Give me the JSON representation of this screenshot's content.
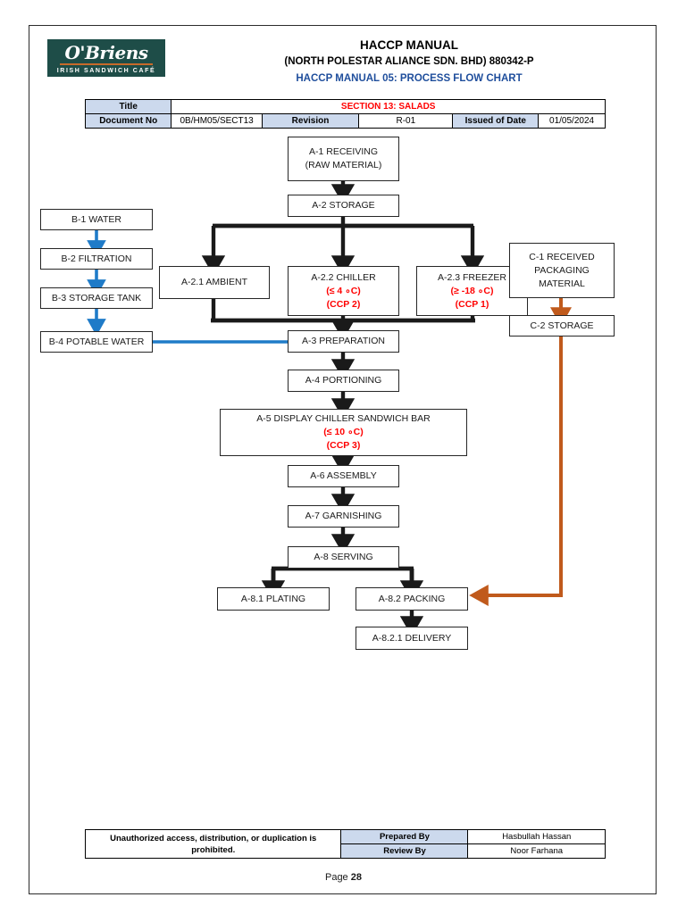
{
  "document": {
    "border_color": "#2b2b2b",
    "logo": {
      "brand": "O'Briens",
      "tagline": "IRISH SANDWICH CAFÉ",
      "bg_color": "#1e4d48"
    },
    "title": {
      "line1": "HACCP MANUAL",
      "line2": "(NORTH POLESTAR ALIANCE SDN. BHD) 880342-P",
      "line3": "HACCP MANUAL 05: PROCESS FLOW CHART",
      "line3_color": "#1f4e9c"
    },
    "info_table": {
      "row1": {
        "label": "Title",
        "value": "SECTION 13: SALADS",
        "value_color": "#ff0000"
      },
      "row2": {
        "label": "Document No",
        "doc_no": "0B/HM05/SECT13",
        "revision_label": "Revision",
        "revision_value": "R-01",
        "issued_label": "Issued of Date",
        "issued_value": "01/05/2024"
      },
      "header_bg": "#ccd9ed"
    },
    "footer": {
      "notice": "Unauthorized access, distribution, or duplication is prohibited.",
      "prepared_by_label": "Prepared By",
      "prepared_by_value": "Hasbullah Hassan",
      "review_by_label": "Review By",
      "review_by_value": "Noor Farhana",
      "page_label": "Page",
      "page_number": "28"
    }
  },
  "flow": {
    "colors": {
      "process_line": "#1a1a1a",
      "water_line": "#1f7bc8",
      "packaging_line": "#c05a1c",
      "ccp_text": "#ff0000"
    },
    "nodes": {
      "a1": {
        "line1": "A-1 RECEIVING",
        "line2": "(RAW MATERIAL)"
      },
      "a2": {
        "line1": "A-2 STORAGE"
      },
      "a21": {
        "line1": "A-2.1 AMBIENT"
      },
      "a22": {
        "line1": "A-2.2 CHILLER",
        "line2": "(≤ 4 ∘C)",
        "line3": "(CCP 2)"
      },
      "a23": {
        "line1": "A-2.3 FREEZER",
        "line2": "(≥  -18 ∘C)",
        "line3": "(CCP 1)"
      },
      "a3": {
        "line1": "A-3 PREPARATION"
      },
      "a4": {
        "line1": "A-4 PORTIONING"
      },
      "a5": {
        "line1": "A-5 DISPLAY CHILLER SANDWICH BAR",
        "line2": "(≤ 10 ∘C)",
        "line3": "(CCP 3)"
      },
      "a6": {
        "line1": "A-6 ASSEMBLY"
      },
      "a7": {
        "line1": "A-7 GARNISHING"
      },
      "a8": {
        "line1": "A-8 SERVING"
      },
      "a81": {
        "line1": "A-8.1 PLATING"
      },
      "a82": {
        "line1": "A-8.2 PACKING"
      },
      "a821": {
        "line1": "A-8.2.1 DELIVERY"
      },
      "b1": {
        "line1": "B-1 WATER"
      },
      "b2": {
        "line1": "B-2 FILTRATION"
      },
      "b3": {
        "line1": "B-3 STORAGE TANK"
      },
      "b4": {
        "line1": "B-4 POTABLE WATER"
      },
      "c1": {
        "line1": "C-1 RECEIVED",
        "line2": "PACKAGING",
        "line3": "MATERIAL"
      },
      "c2": {
        "line1": "C-2 STORAGE"
      }
    }
  }
}
